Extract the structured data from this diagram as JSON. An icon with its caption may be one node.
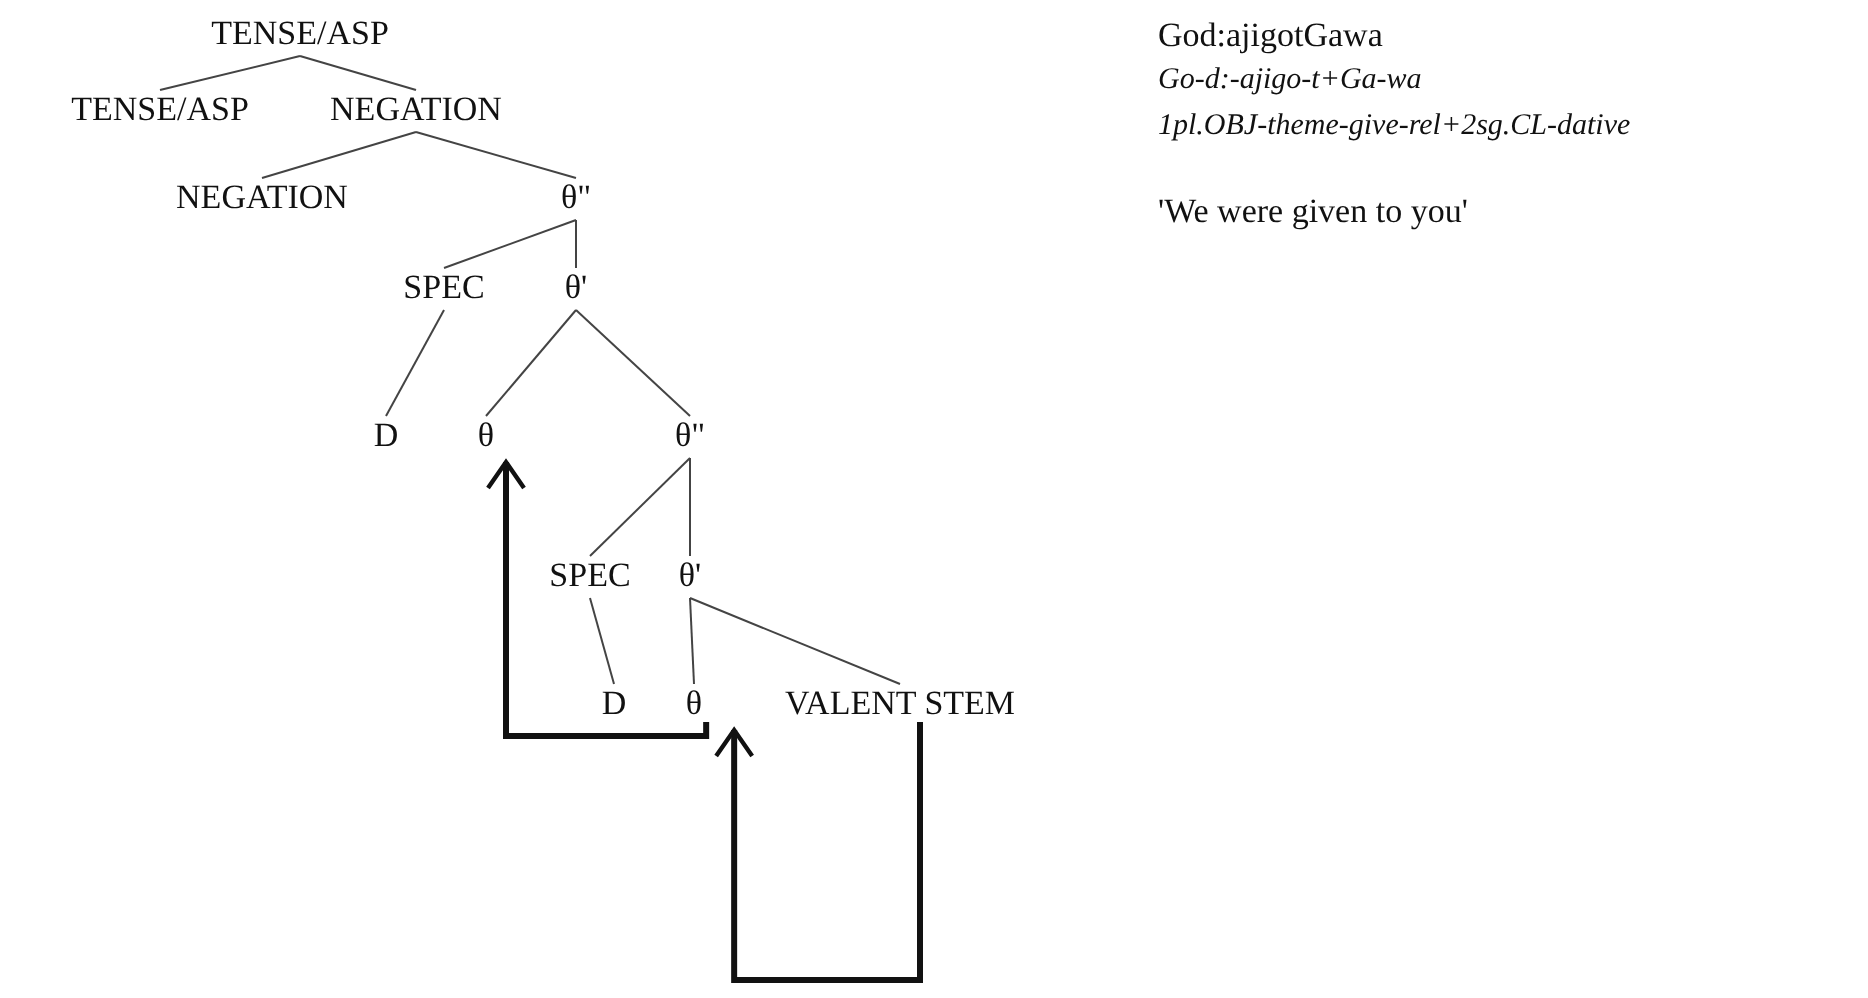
{
  "diagram": {
    "nodes": [
      {
        "text": [
          "TENSE/ASP"
        ]
      },
      {
        "text": [
          "TENSE/ASP"
        ]
      },
      {
        "text": [
          "NEGATION"
        ]
      },
      {
        "text": [
          "NEGATION"
        ]
      },
      {
        "text": [
          "θ\""
        ]
      },
      {
        "text": [
          "SPEC"
        ]
      },
      {
        "text": [
          "θ'"
        ]
      },
      {
        "text": [
          "D"
        ]
      },
      {
        "text": [
          "θ"
        ]
      },
      {
        "text": [
          "θ\""
        ]
      },
      {
        "text": [
          "SPEC"
        ]
      },
      {
        "text": [
          "θ'"
        ]
      },
      {
        "text": [
          "D"
        ]
      },
      {
        "text": [
          "θ"
        ]
      },
      {
        "text": [
          "VALENT STEM"
        ]
      }
    ],
    "edges": [
      {
        "from": 0,
        "to": 1,
        "arrow": "none"
      },
      {
        "from": 0,
        "to": 2,
        "arrow": "none"
      },
      {
        "from": 2,
        "to": 3,
        "arrow": "none"
      },
      {
        "from": 2,
        "to": 4,
        "arrow": "none"
      },
      {
        "from": 4,
        "to": 5,
        "arrow": "none"
      },
      {
        "from": 4,
        "to": 6,
        "arrow": "none"
      },
      {
        "from": 5,
        "to": 7,
        "arrow": "none"
      },
      {
        "from": 6,
        "to": 8,
        "arrow": "none"
      },
      {
        "from": 6,
        "to": 9,
        "arrow": "none"
      },
      {
        "from": 9,
        "to": 10,
        "arrow": "none"
      },
      {
        "from": 9,
        "to": 11,
        "arrow": "none"
      },
      {
        "from": 10,
        "to": 12,
        "arrow": "none"
      },
      {
        "from": 11,
        "to": 13,
        "arrow": "none"
      },
      {
        "from": 11,
        "to": 14,
        "arrow": "none"
      },
      {
        "from": 14,
        "to": 13,
        "arrow": "to",
        "style": "thick"
      },
      {
        "from": 13,
        "to": 8,
        "arrow": "to",
        "style": "thick"
      }
    ],
    "labels": [
      "God:ajigotGawa",
      "Go-d:-ajigo-t+Ga-wa",
      "1pl.OBJ-theme-give-rel+2sg.CL-dative",
      "'We were given to you'"
    ]
  }
}
